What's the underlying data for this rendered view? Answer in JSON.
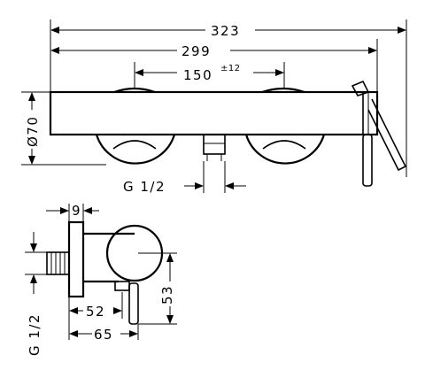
{
  "dimensions": {
    "overall_width": "323",
    "body_width": "299",
    "handle_spacing": "150",
    "handle_tolerance": "±12",
    "body_diameter": "Ø70",
    "inlet_thread_front": "G 1/2",
    "outlet_offset": "9",
    "depth_handle": "52",
    "depth_total": "65",
    "inlet_height": "53",
    "inlet_thread_side": "G 1/2"
  }
}
